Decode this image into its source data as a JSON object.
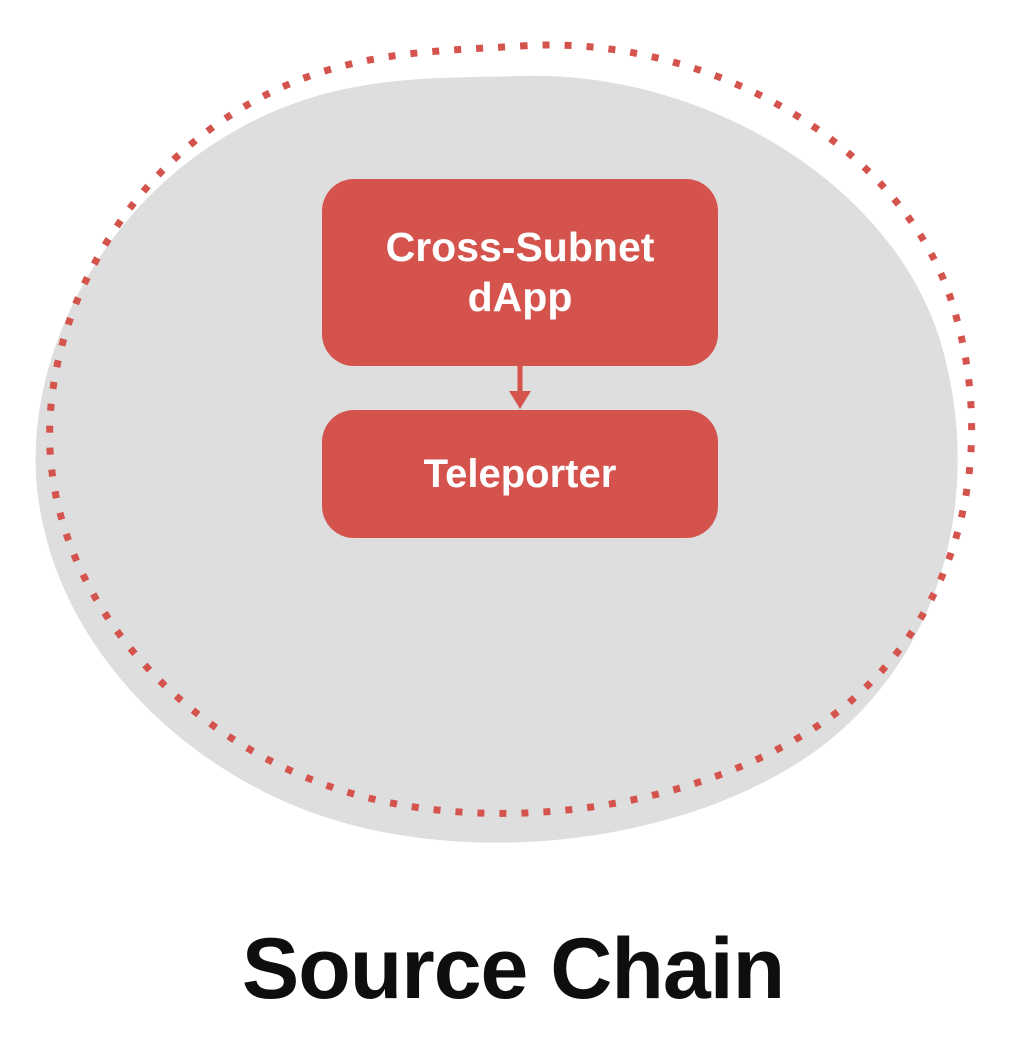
{
  "diagram": {
    "title": "Source Chain",
    "nodes": {
      "dapp": {
        "lines": [
          "Cross-Subnet",
          "dApp"
        ]
      },
      "teleporter": {
        "label": "Teleporter"
      }
    },
    "edges": [
      {
        "from": "dapp",
        "to": "teleporter",
        "direction": "down"
      }
    ],
    "colors": {
      "node_fill": "#D4534D",
      "node_text": "#FFFFFF",
      "blob_fill": "#DEDEDE",
      "dotted_outline": "#D4534D",
      "arrow": "#D4534D",
      "title_text": "#0E0E0E",
      "background": "#FFFFFF"
    }
  }
}
